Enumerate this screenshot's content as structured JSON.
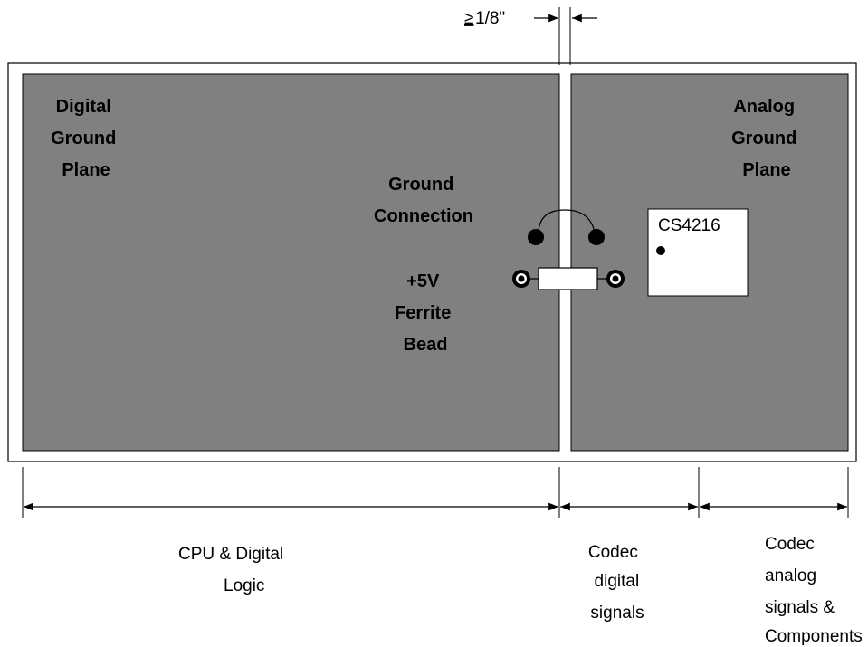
{
  "spacing_label": "1/8\"",
  "spacing_symbol": "≥",
  "digital_plane": {
    "lines": [
      "Digital",
      "Ground",
      "Plane"
    ]
  },
  "analog_plane": {
    "lines": [
      "Analog",
      "Ground",
      "Plane"
    ]
  },
  "ground_connection": {
    "lines": [
      "Ground",
      "Connection"
    ]
  },
  "ferrite_bead": {
    "lines": [
      "+5V",
      "Ferrite",
      "Bead"
    ]
  },
  "chip": {
    "label": "CS4216"
  },
  "regions": {
    "cpu": {
      "lines": [
        "CPU & Digital",
        "Logic"
      ]
    },
    "codec_digital": {
      "lines": [
        "Codec",
        "digital",
        "signals"
      ]
    },
    "codec_analog": {
      "lines": [
        "Codec",
        "analog",
        "signals &",
        "Components"
      ]
    }
  },
  "colors": {
    "plane_fill": "#808080",
    "background": "#ffffff",
    "line": "#000000"
  }
}
